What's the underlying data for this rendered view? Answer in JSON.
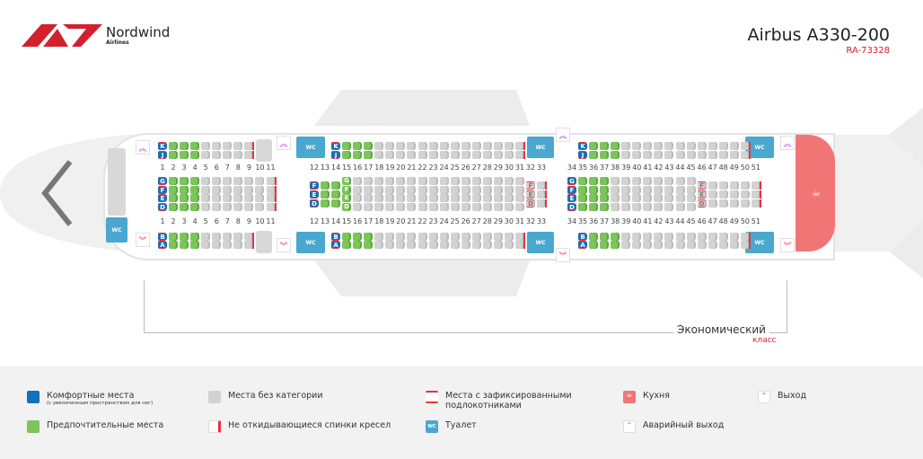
{
  "header": {
    "brand": "Nordwind",
    "brand_sub": "Airlines",
    "aircraft": "Airbus A330-200",
    "registration": "RA-73328"
  },
  "colors": {
    "brand": "#d3202f",
    "comfort": "#1470b8",
    "preferred": "#7dc45c",
    "standard": "#d2d2d2",
    "wc": "#4aa8d0",
    "galley": "#f27576",
    "exit": "#c03ad8"
  },
  "cabin": {
    "wc_label": "WC",
    "class_name": "Экономический",
    "class_sub": "класс",
    "sections": [
      {
        "rows": [
          1,
          2,
          3,
          4,
          5,
          6,
          7,
          8,
          9,
          10,
          11
        ],
        "blocks": [
          {
            "pos": "top",
            "letters": [
              "K",
              "J"
            ],
            "rows": [
              1,
              2,
              3,
              4,
              5,
              6,
              7,
              8,
              9
            ],
            "comfort": [
              1
            ],
            "preferred": [
              2,
              3,
              4
            ],
            "lettered": [
              1
            ],
            "fixed": [
              1
            ],
            "no_recline": [
              9
            ]
          },
          {
            "pos": "center4",
            "letters": [
              "G",
              "F",
              "E",
              "D"
            ],
            "rows": [
              1,
              2,
              3,
              4,
              5,
              6,
              7,
              8,
              9,
              10,
              11
            ],
            "comfort": [
              1
            ],
            "preferred": [
              2,
              3,
              4
            ],
            "lettered": [
              1
            ],
            "fixed": [
              1
            ],
            "no_recline": [
              11
            ]
          },
          {
            "pos": "bottom",
            "letters": [
              "B",
              "A"
            ],
            "rows": [
              1,
              2,
              3,
              4,
              5,
              6,
              7,
              8,
              9
            ],
            "comfort": [
              1
            ],
            "preferred": [
              2,
              3,
              4
            ],
            "lettered": [
              1
            ],
            "fixed": [
              1
            ],
            "no_recline": [
              9
            ]
          }
        ]
      },
      {
        "rows": [
          12,
          13,
          14,
          15,
          16,
          17,
          18,
          19,
          20,
          21,
          22,
          23,
          24,
          25,
          26,
          27,
          28,
          29,
          30,
          31,
          32,
          33
        ],
        "blocks": [
          {
            "pos": "top",
            "letters": [
              "K",
              "J"
            ],
            "rows": [
              14,
              15,
              16,
              17,
              18,
              19,
              20,
              21,
              22,
              23,
              24,
              25,
              26,
              27,
              28,
              29,
              30,
              31
            ],
            "comfort": [
              14
            ],
            "preferred": [
              15,
              16,
              17
            ],
            "lettered": [
              14
            ],
            "fixed": [
              14
            ],
            "no_recline": [
              31
            ]
          },
          {
            "pos": "center3",
            "letters": [
              "F",
              "E",
              "D"
            ],
            "rows": [
              12,
              13,
              14
            ],
            "comfort": [
              12
            ],
            "preferred": [
              13,
              14
            ],
            "lettered": [
              12
            ],
            "fixed": [
              12
            ],
            "no_recline": []
          },
          {
            "pos": "center4",
            "letters": [
              "G",
              "F",
              "E",
              "D"
            ],
            "rows": [
              15,
              16,
              17,
              18,
              19,
              20,
              21,
              22,
              23,
              24,
              25,
              26,
              27,
              28,
              29,
              30,
              31
            ],
            "comfort": [],
            "preferred": [
              15
            ],
            "lettered": [
              15
            ],
            "fixed": [],
            "no_recline": []
          },
          {
            "pos": "center3",
            "letters": [
              "F",
              "E",
              "D"
            ],
            "rows": [
              32,
              33
            ],
            "comfort": [],
            "preferred": [],
            "lettered": [
              32
            ],
            "fixed": [
              32
            ],
            "no_recline": [
              33
            ]
          },
          {
            "pos": "bottom",
            "letters": [
              "B",
              "A"
            ],
            "rows": [
              14,
              15,
              16,
              17,
              18,
              19,
              20,
              21,
              22,
              23,
              24,
              25,
              26,
              27,
              28,
              29,
              30,
              31
            ],
            "comfort": [
              14
            ],
            "preferred": [
              15,
              16,
              17
            ],
            "lettered": [
              14
            ],
            "fixed": [
              14
            ],
            "no_recline": [
              31
            ]
          }
        ]
      },
      {
        "rows": [
          34,
          35,
          36,
          37,
          38,
          39,
          40,
          41,
          42,
          43,
          44,
          45,
          46,
          47,
          48,
          49,
          50,
          51
        ],
        "blocks": [
          {
            "pos": "top",
            "letters": [
              "K",
              "J"
            ],
            "rows": [
              35,
              36,
              37,
              38,
              39,
              40,
              41,
              42,
              43,
              44,
              45,
              46,
              47,
              48,
              49,
              50
            ],
            "comfort": [
              35
            ],
            "preferred": [
              36,
              37,
              38
            ],
            "lettered": [
              35
            ],
            "fixed": [
              35
            ],
            "no_recline": [
              50
            ]
          },
          {
            "pos": "center4",
            "letters": [
              "G",
              "F",
              "E",
              "D"
            ],
            "rows": [
              34,
              35,
              36,
              37,
              38,
              39,
              40,
              41,
              42,
              43,
              44,
              45
            ],
            "comfort": [
              34
            ],
            "preferred": [
              35,
              36,
              37
            ],
            "lettered": [
              34
            ],
            "fixed": [
              34
            ],
            "no_recline": []
          },
          {
            "pos": "center3",
            "letters": [
              "F",
              "E",
              "D"
            ],
            "rows": [
              46,
              47,
              48,
              49,
              50,
              51
            ],
            "comfort": [],
            "preferred": [],
            "lettered": [
              46
            ],
            "fixed": [
              46
            ],
            "no_recline": [
              51
            ]
          },
          {
            "pos": "bottom",
            "letters": [
              "B",
              "A"
            ],
            "rows": [
              35,
              36,
              37,
              38,
              39,
              40,
              41,
              42,
              43,
              44,
              45,
              46,
              47,
              48,
              49,
              50
            ],
            "comfort": [
              35
            ],
            "preferred": [
              36,
              37,
              38
            ],
            "lettered": [
              35
            ],
            "fixed": [
              35
            ],
            "no_recline": [
              50
            ]
          }
        ]
      }
    ]
  },
  "legend": {
    "comfort": "Комфортные места",
    "comfort_sub": "(с увеличенным пространством для ног)",
    "preferred": "Предпочтительные места",
    "standard": "Места без категории",
    "no_recline": "Не откидывающиеся спинки кресел",
    "fixed": "Места с зафиксированными подлокотниками",
    "wc": "Туалет",
    "wc_icon": "WC",
    "galley": "Кухня",
    "emergency_exit": "Аварийный выход",
    "exit": "Выход"
  }
}
